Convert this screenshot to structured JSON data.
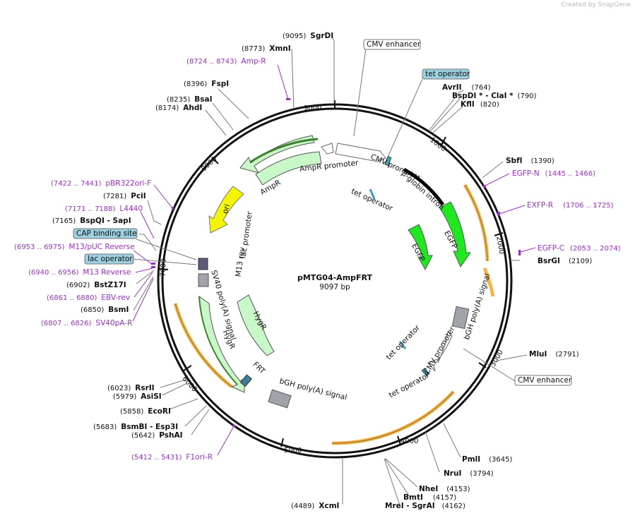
{
  "watermark": "Created by SnapGene",
  "plasmid": {
    "name": "pMTG04-AmpFRT",
    "length": "9097 bp"
  },
  "colors": {
    "enzyme_text": "#111111",
    "primer": "#9b30c8",
    "feature_label_bg": "#9ccfdf",
    "gfp": "#1fe81f",
    "hygr": "#c8f7c8",
    "ori": "#f5f500",
    "orf_orange": "#f6b44a"
  },
  "ticks": [
    "1000",
    "2000",
    "3000",
    "4000",
    "5000",
    "6000",
    "7000",
    "8000",
    "9000"
  ],
  "enzymes": [
    {
      "pos": "(9095)",
      "name": "SgrDI"
    },
    {
      "pos": "(8773)",
      "name": "XmnI"
    },
    {
      "pos": "(8396)",
      "name": "FspI"
    },
    {
      "pos": "(8235)",
      "name": "BsaI"
    },
    {
      "pos": "(8174)",
      "name": "AhdI"
    },
    {
      "pos": "(764)",
      "name": "AvrII"
    },
    {
      "pos": "(790)",
      "name": "BspDI * - ClaI *"
    },
    {
      "pos": "(820)",
      "name": "KflI"
    },
    {
      "pos": "(1390)",
      "name": "SbfI"
    },
    {
      "pos": "(2109)",
      "name": "BsrGI"
    },
    {
      "pos": "(2791)",
      "name": "MluI"
    },
    {
      "pos": "(3645)",
      "name": "PmlI"
    },
    {
      "pos": "(3794)",
      "name": "NruI"
    },
    {
      "pos": "(4153)",
      "name": "NheI"
    },
    {
      "pos": "(4157)",
      "name": "BmtI"
    },
    {
      "pos": "(4162)",
      "name": "MreI - SgrAI"
    },
    {
      "pos": "(4489)",
      "name": "XcmI"
    },
    {
      "pos": "(5642)",
      "name": "PshAI"
    },
    {
      "pos": "(5683)",
      "name": "BsmBI - Esp3I"
    },
    {
      "pos": "(5858)",
      "name": "EcoRI"
    },
    {
      "pos": "(5979)",
      "name": "AsiSI"
    },
    {
      "pos": "(6023)",
      "name": "RsrII"
    },
    {
      "pos": "(6850)",
      "name": "BsmI"
    },
    {
      "pos": "(6902)",
      "name": "BstZ17I"
    },
    {
      "pos": "(7165)",
      "name": "BspQI - SapI"
    },
    {
      "pos": "(7281)",
      "name": "PciI"
    }
  ],
  "primers": [
    {
      "pos": "(8724 .. 8743)",
      "name": "Amp-R"
    },
    {
      "pos": "(1445 .. 1466)",
      "name": "EGFP-N"
    },
    {
      "pos": "(1706 .. 1725)",
      "name": "EXFP-R"
    },
    {
      "pos": "(2053 .. 2074)",
      "name": "EGFP-C"
    },
    {
      "pos": "(5412 .. 5431)",
      "name": "F1ori-R"
    },
    {
      "pos": "(6807 .. 6826)",
      "name": "SV40pA-R"
    },
    {
      "pos": "(6861 .. 6880)",
      "name": "EBV-rev"
    },
    {
      "pos": "(6940 .. 6956)",
      "name": "M13 Reverse"
    },
    {
      "pos": "(6953 .. 6975)",
      "name": "M13/pUC Reverse"
    },
    {
      "pos": "(7171 .. 7188)",
      "name": "L4440"
    },
    {
      "pos": "(7422 .. 7441)",
      "name": "pBR322ori-F"
    }
  ],
  "boxed_labels": [
    "CMV enhancer",
    "tet operator",
    "CMV enhancer",
    "CAP binding site",
    "lac operator"
  ],
  "features": {
    "ampr_promoter": "AmpR promoter",
    "ampr": "AmpR",
    "cmv_promoter_1": "CMV promoter",
    "beta_globin_intron": "β-globin intron",
    "tet_operator_1": "tet operator",
    "egfp_outer": "EGFP",
    "egfp_inner": "EGFP",
    "ori": "ori",
    "lac_promoter": "lac promoter",
    "m13_rev": "M13 rev",
    "sv40_polya": "SV40 poly(A) signal",
    "hygr_outer": "HygR",
    "hygr_inner": "HygR",
    "frt": "FRT",
    "bgh_polya_1": "bGH poly(A) signal",
    "bgh_polya_2": "bGH poly(A) signal",
    "cmv_promoter_2": "CMV promoter",
    "tet_operator_2": "tet operator",
    "tet_operator_3": "tet operator"
  }
}
